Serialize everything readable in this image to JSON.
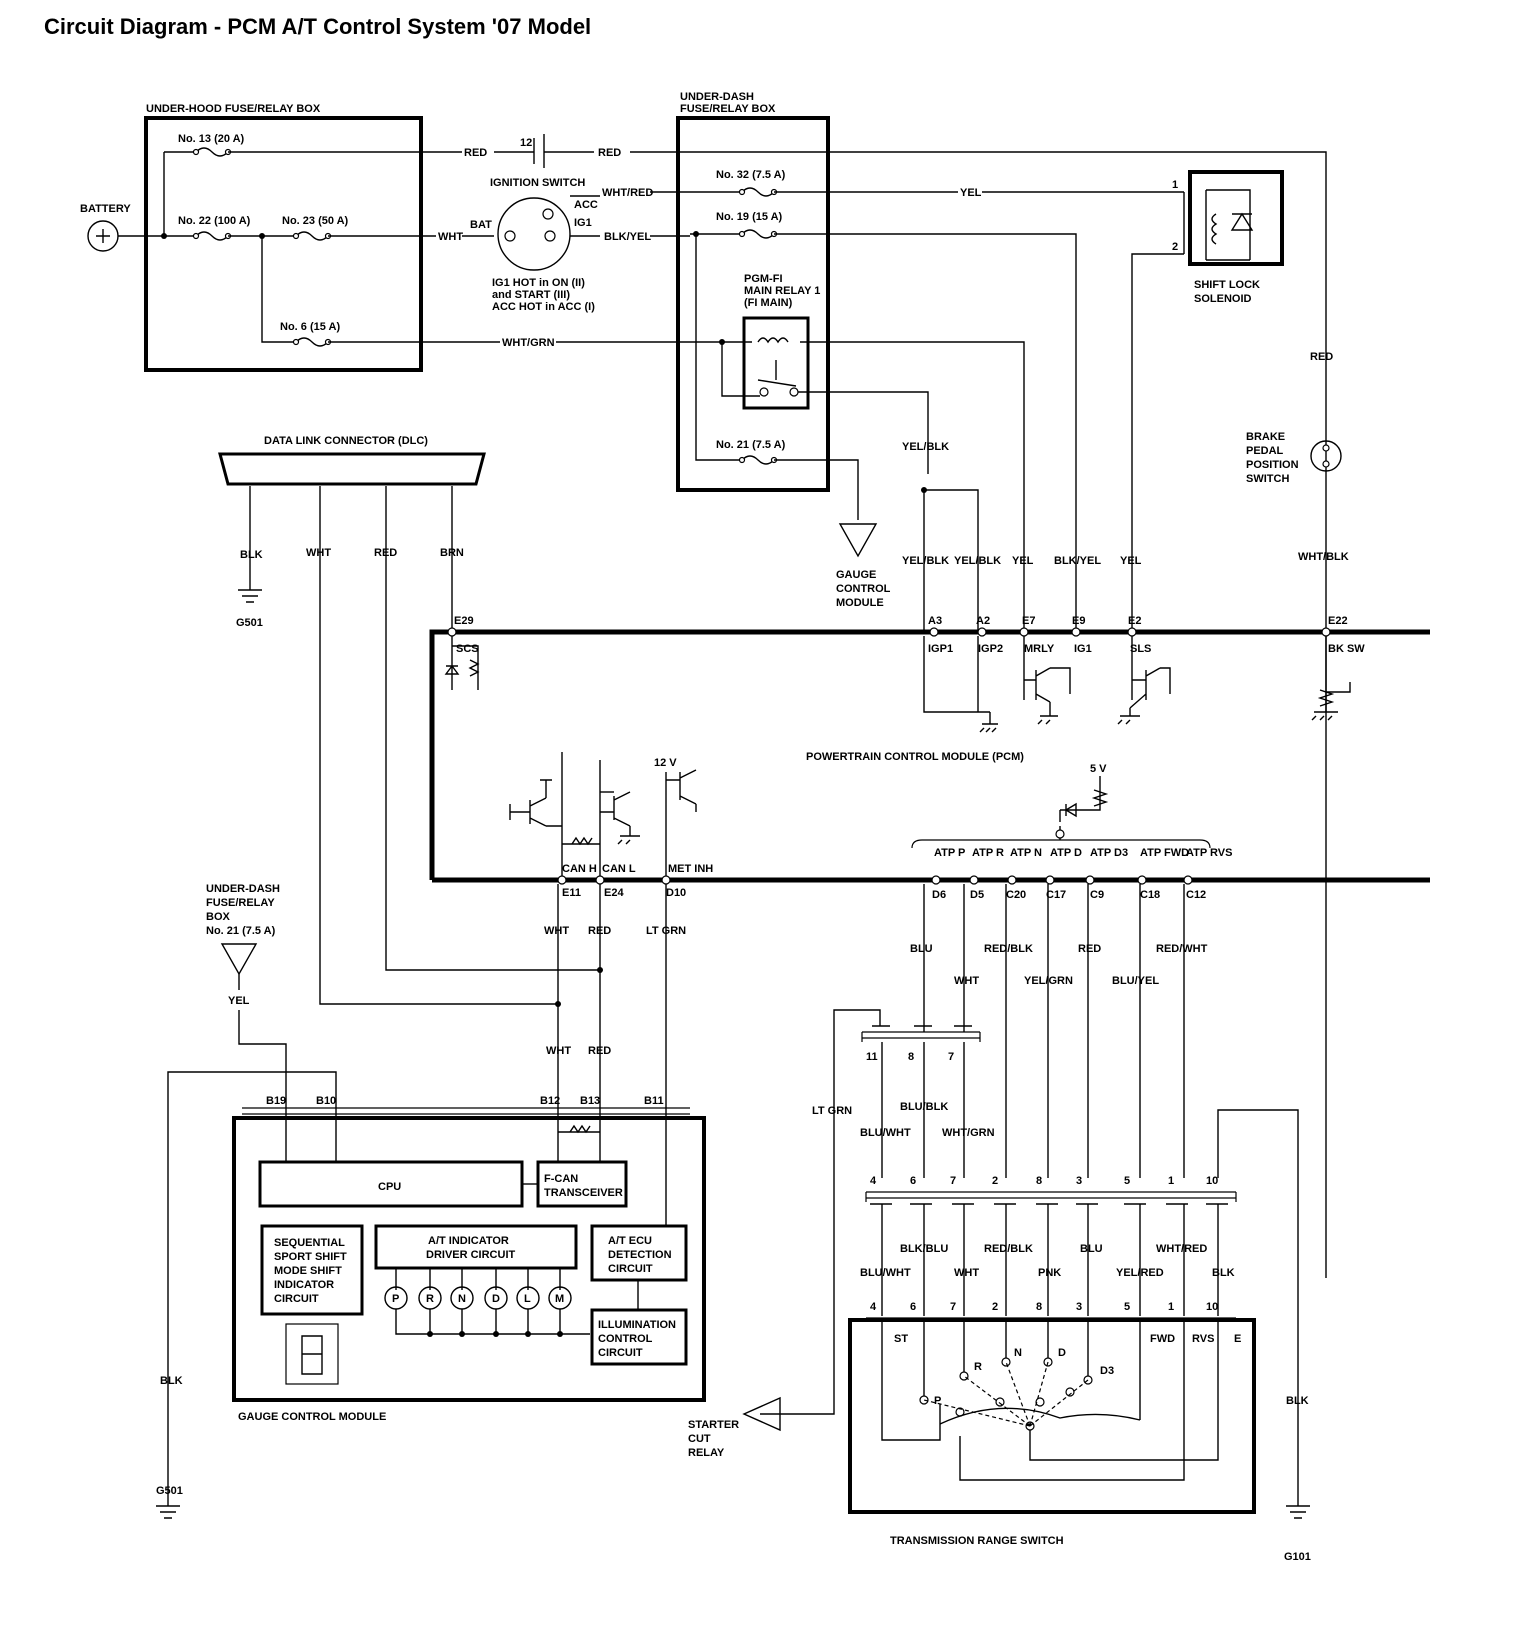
{
  "title": "Circuit Diagram - PCM A/T Control System '07 Model",
  "labels": {
    "underhood_box": "UNDER-HOOD FUSE/RELAY BOX",
    "battery": "BATTERY",
    "fuse13": "No. 13 (20 A)",
    "fuse22": "No. 22 (100 A)",
    "fuse23": "No. 23 (50 A)",
    "fuse6": "No. 6 (15 A)",
    "ign_switch": "IGNITION SWITCH",
    "bat": "BAT",
    "acc": "ACC",
    "ig1": "IG1",
    "ign_note1": "IG1 HOT in ON (II)",
    "ign_note2": "and START (III)",
    "ign_note3": "ACC HOT in ACC (I)",
    "underdash_box1": "UNDER-DASH",
    "underdash_box2": "FUSE/RELAY BOX",
    "fuse32": "No. 32 (7.5 A)",
    "fuse19": "No. 19 (15 A)",
    "fuse21": "No. 21 (7.5 A)",
    "relay1": "PGM-FI",
    "relay2": "MAIN RELAY 1",
    "relay3": "(FI MAIN)",
    "shift_lock1": "SHIFT LOCK",
    "shift_lock2": "SOLENOID",
    "brake1": "BRAKE",
    "brake2": "PEDAL",
    "brake3": "POSITION",
    "brake4": "SWITCH",
    "dlc": "DATA LINK CONNECTOR (DLC)",
    "g501": "G501",
    "g101": "G101",
    "gcm_arrow1": "GAUGE",
    "gcm_arrow2": "CONTROL",
    "gcm_arrow3": "MODULE",
    "pcm": "POWERTRAIN CONTROL MODULE (PCM)",
    "gcm": "GAUGE CONTROL MODULE",
    "trs": "TRANSMISSION RANGE SWITCH",
    "starter1": "STARTER",
    "starter2": "CUT",
    "starter3": "RELAY",
    "ud2_1": "UNDER-DASH",
    "ud2_2": "FUSE/RELAY",
    "ud2_3": "BOX",
    "ud2_4": "No. 21 (7.5 A)",
    "cpu": "CPU",
    "fcan1": "F-CAN",
    "fcan2": "TRANSCEIVER",
    "seq1": "SEQUENTIAL",
    "seq2": "SPORT SHIFT",
    "seq3": "MODE SHIFT",
    "seq4": "INDICATOR",
    "seq5": "CIRCUIT",
    "atind1": "A/T INDICATOR",
    "atind2": "DRIVER CIRCUIT",
    "atecu1": "A/T ECU",
    "atecu2": "DETECTION",
    "atecu3": "CIRCUIT",
    "illum1": "ILLUMINATION",
    "illum2": "CONTROL",
    "illum3": "CIRCUIT",
    "v12": "12 V",
    "v5": "5 V",
    "num12": "12",
    "num1": "1",
    "num2": "2"
  },
  "wires": {
    "red": "RED",
    "wht_red": "WHT/RED",
    "yel": "YEL",
    "wht": "WHT",
    "blk_yel": "BLK/YEL",
    "wht_grn": "WHT/GRN",
    "yel_blk": "YEL/BLK",
    "wht_blk": "WHT/BLK",
    "blk": "BLK",
    "brn": "BRN",
    "lt_grn": "LT GRN",
    "blu": "BLU",
    "red_blk": "RED/BLK",
    "red_wht": "RED/WHT",
    "yel_grn": "YEL/GRN",
    "blu_yel": "BLU/YEL",
    "blu_blk": "BLU/BLK",
    "blu_wht": "BLU/WHT",
    "blk_blu": "BLK/BLU",
    "pnk": "PNK",
    "yel_red": "YEL/RED",
    "wht_red2": "WHT/RED"
  },
  "pcm_pins": {
    "e29": "E29",
    "scs": "SCS",
    "a3": "A3",
    "igp1": "IGP1",
    "a2": "A2",
    "igp2": "IGP2",
    "e7": "E7",
    "mrly": "MRLY",
    "e9": "E9",
    "ig1": "IG1",
    "e2": "E2",
    "sls": "SLS",
    "e22": "E22",
    "bksw": "BK SW",
    "canh": "CAN H",
    "e11": "E11",
    "canl": "CAN L",
    "e24": "E24",
    "metinh": "MET INH",
    "d10": "D10",
    "atp_p": "ATP P",
    "d6": "D6",
    "atp_r": "ATP R",
    "d5": "D5",
    "atp_n": "ATP N",
    "c20": "C20",
    "atp_d": "ATP D",
    "c17": "C17",
    "atp_d3": "ATP D3",
    "c9": "C9",
    "atp_fwd": "ATP FWD",
    "c18": "C18",
    "atp_rvs": "ATP RVS",
    "c12": "C12"
  },
  "gcm_pins": [
    "B19",
    "B10",
    "B12",
    "B13",
    "B11"
  ],
  "indicators": [
    "P",
    "R",
    "N",
    "D",
    "L",
    "M"
  ],
  "connector1_pins": [
    "11",
    "8",
    "7"
  ],
  "connector2_pins": [
    "4",
    "6",
    "7",
    "2",
    "8",
    "3",
    "5",
    "1",
    "10"
  ],
  "trs_terms": [
    "ST",
    "FWD",
    "RVS",
    "E"
  ],
  "trs_pos": [
    "P",
    "R",
    "N",
    "D",
    "D3"
  ]
}
